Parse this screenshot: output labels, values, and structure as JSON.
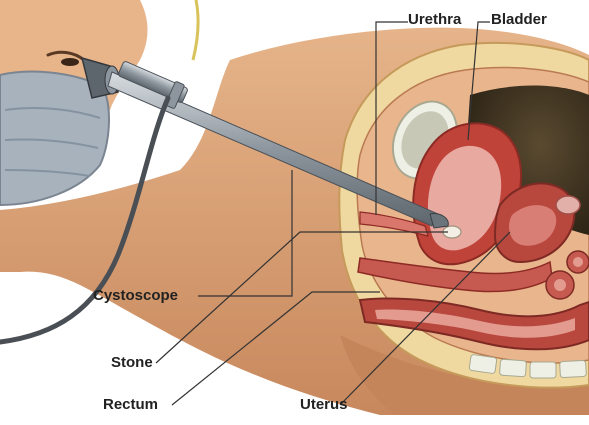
{
  "labels": {
    "urethra": "Urethra",
    "bladder": "Bladder",
    "cystoscope": "Cystoscope",
    "stone": "Stone",
    "rectum": "Rectum",
    "uterus": "Uterus"
  },
  "colors": {
    "skin": "#d9a37a",
    "skin_dark": "#b97a52",
    "fat": "#f0d9a0",
    "muscle": "#c0433a",
    "muscle_dark": "#8c2a24",
    "tissue_pink": "#e7a9a0",
    "mask": "#a8b2bd",
    "instrument": "#9aa3ab",
    "tube": "#4a4f55",
    "leader_line": "#333333"
  }
}
